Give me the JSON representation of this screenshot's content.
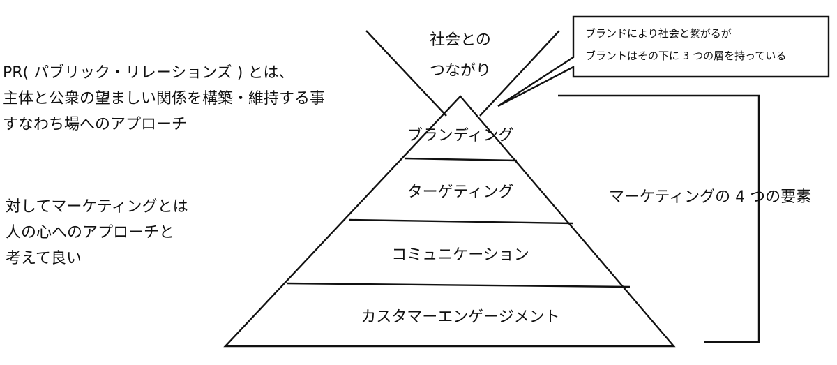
{
  "pr_description": {
    "lines": [
      "PR( パブリック・リレーションズ ) とは、",
      "主体と公衆の望ましい関係を構築・維持する事",
      "すなわち場へのアプローチ"
    ]
  },
  "marketing_description": {
    "lines": [
      "対してマーケティングとは",
      "人の心へのアプローチと",
      "考えて良い"
    ]
  },
  "top_label": {
    "lines": [
      "社会との",
      "つながり"
    ]
  },
  "callout": {
    "lines": [
      "ブランドにより社会と繋がるが",
      "ブラントはその下に 3 つの層を持っている"
    ]
  },
  "pyramid": {
    "layers": [
      "ブランディング",
      "ターゲティング",
      "コミュニケーション",
      "カスタマーエンゲージメント"
    ]
  },
  "bracket_label": "マーケティングの 4 つの要素"
}
